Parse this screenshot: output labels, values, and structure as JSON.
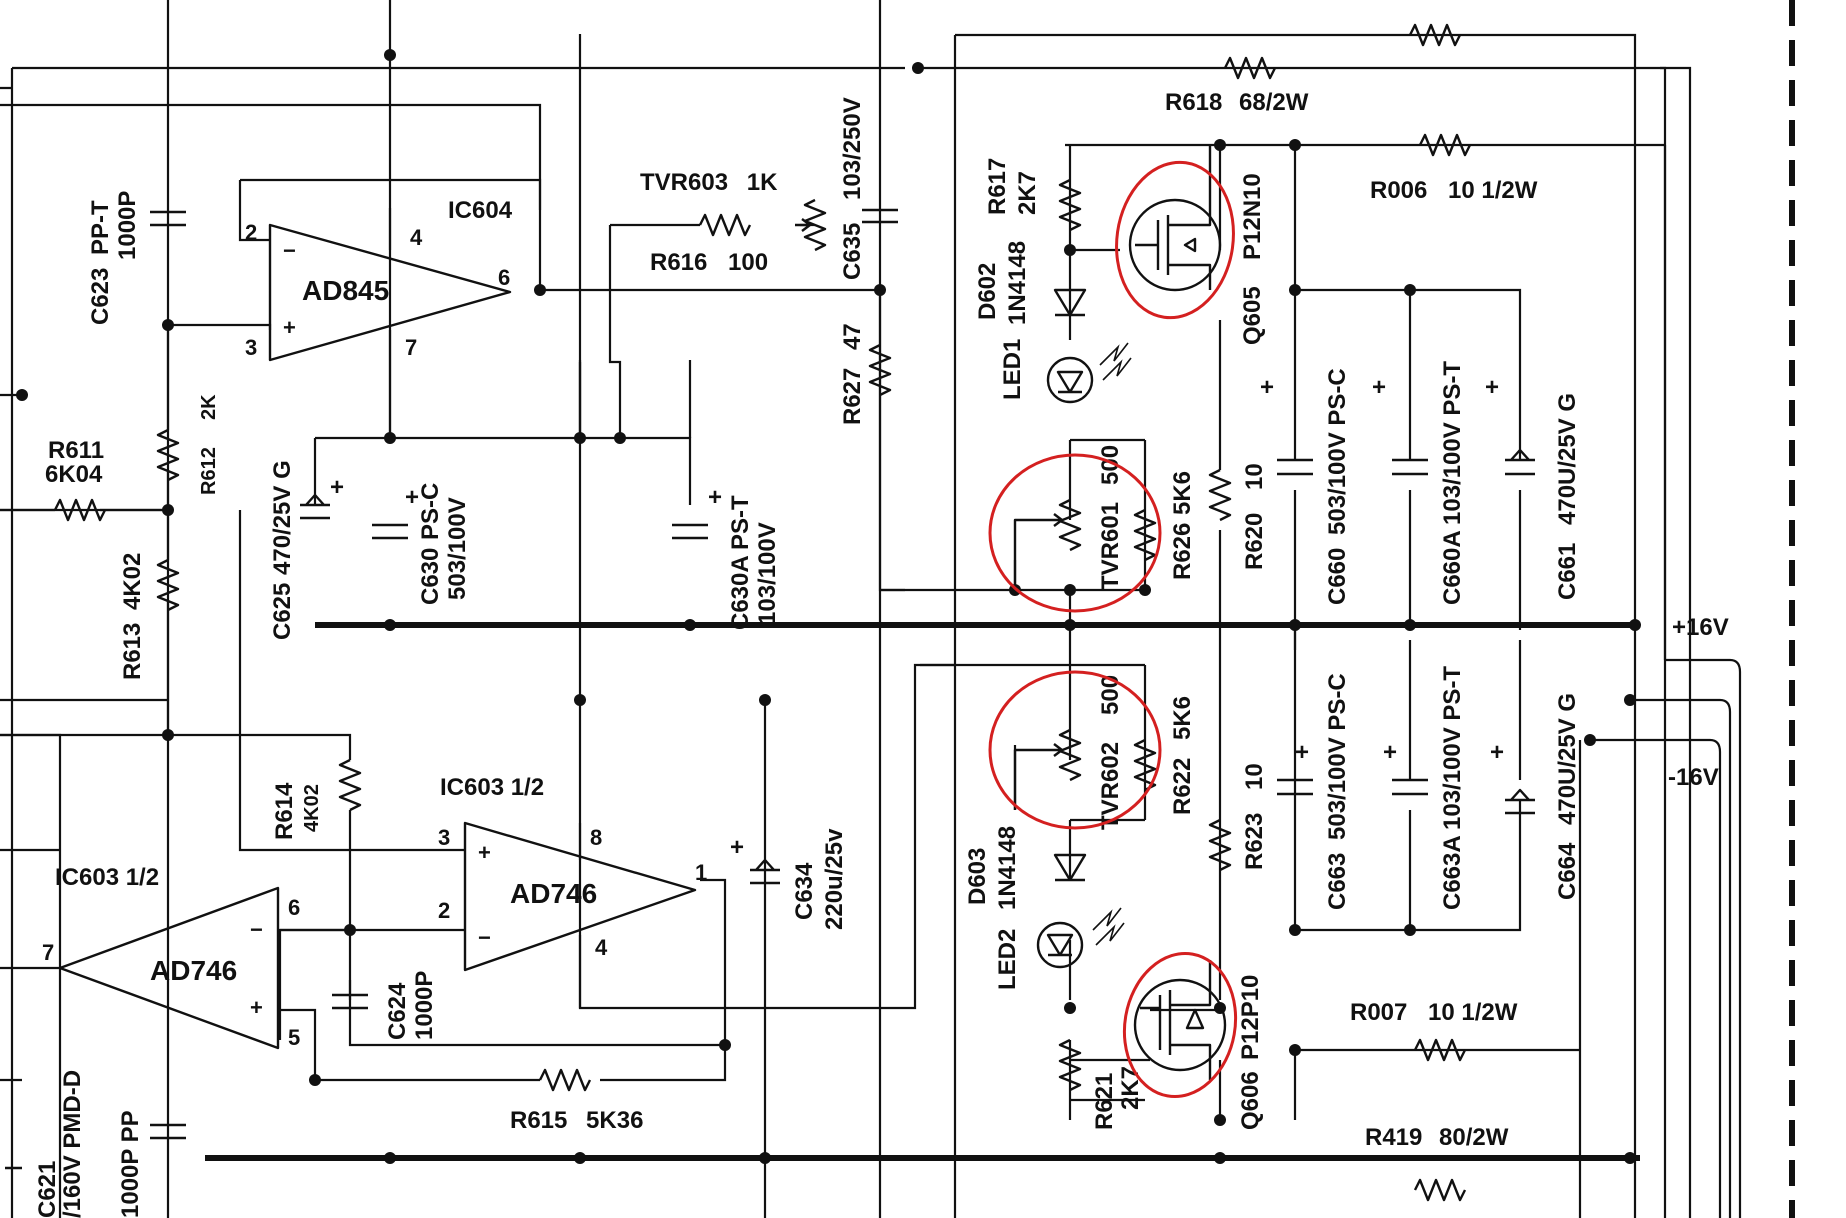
{
  "colors": {
    "ink": "#111111",
    "highlight": "#d42020",
    "paper": "#ffffff"
  },
  "amplifiers": {
    "ic604": {
      "ref": "IC604",
      "part": "AD845",
      "pins": {
        "inv": "2",
        "noninv": "3",
        "vplus": "4",
        "vminus": "7",
        "out": "6"
      }
    },
    "ic603a": {
      "ref": "IC603 1/2",
      "part": "AD746",
      "pins": {
        "noninv": "3",
        "inv": "2",
        "vplus": "8",
        "vminus": "4",
        "out": "1"
      }
    },
    "ic603b": {
      "ref": "IC603 1/2",
      "part": "AD746",
      "pins": {
        "inv": "6",
        "noninv": "5",
        "out": "7"
      }
    }
  },
  "resistors": {
    "r611": {
      "ref": "R611",
      "value": "6K04"
    },
    "r612": {
      "ref": "R612",
      "value": "2K"
    },
    "r613": {
      "ref": "R613",
      "value": "4K02"
    },
    "r614": {
      "ref": "R614",
      "value": "4K02"
    },
    "r615": {
      "ref": "R615",
      "value": "5K36"
    },
    "r616": {
      "ref": "R616",
      "value": "100"
    },
    "r617": {
      "ref": "R617",
      "value": "2K7"
    },
    "r618": {
      "ref": "R618",
      "value": "68/2W"
    },
    "r620": {
      "ref": "R620",
      "value": "10"
    },
    "r621": {
      "ref": "R621",
      "value": "2K7"
    },
    "r622": {
      "ref": "R622",
      "value": "5K6"
    },
    "r623": {
      "ref": "R623",
      "value": "10"
    },
    "r626": {
      "ref": "R626",
      "value": "5K6"
    },
    "r627": {
      "ref": "R627",
      "value": "47"
    },
    "r006": {
      "ref": "R006",
      "value": "10 1/2W"
    },
    "r007": {
      "ref": "R007",
      "value": "10 1/2W"
    },
    "r419": {
      "ref": "R419",
      "value": "80/2W"
    }
  },
  "trimmers": {
    "tvr601": {
      "ref": "TVR601",
      "value": "500"
    },
    "tvr602": {
      "ref": "TVR602",
      "value": "500"
    },
    "tvr603": {
      "ref": "TVR603",
      "value": "1K"
    }
  },
  "capacitors": {
    "c623": {
      "ref": "C623",
      "type": "PP-T",
      "value": "1000P"
    },
    "c624": {
      "ref": "C624",
      "value": "1000P"
    },
    "c625": {
      "ref": "C625",
      "value": "470/25V G"
    },
    "c630": {
      "ref": "C630",
      "type": "PS-C",
      "value": "503/100V"
    },
    "c630a": {
      "ref": "C630A",
      "type": "PS-T",
      "value": "103/100V"
    },
    "c634": {
      "ref": "C634",
      "value": "220u/25v"
    },
    "c635": {
      "ref": "C635",
      "value": "103/250V"
    },
    "c660": {
      "ref": "C660",
      "value": "503/100V PS-C"
    },
    "c660a": {
      "ref": "C660A",
      "value": "103/100V PS-T"
    },
    "c661": {
      "ref": "C661",
      "value": "470U/25V G"
    },
    "c663": {
      "ref": "C663",
      "value": "503/100V PS-C"
    },
    "c663a": {
      "ref": "C663A",
      "value": "103/100V PS-T"
    },
    "c664": {
      "ref": "C664",
      "value": "470U/25V G"
    },
    "c621": {
      "ref": "C621",
      "value": "/160V PMD-D"
    },
    "c6xx": {
      "value": "1000P PP"
    }
  },
  "semis": {
    "d602": {
      "ref": "D602",
      "value": "1N4148"
    },
    "d603": {
      "ref": "D603",
      "value": "1N4148"
    },
    "led1": {
      "ref": "LED1"
    },
    "led2": {
      "ref": "LED2"
    },
    "q605": {
      "ref": "Q605",
      "value": "P12N10"
    },
    "q606": {
      "ref": "Q606",
      "value": "P12P10"
    }
  },
  "rails": {
    "pos": "+16V",
    "neg": "-16V"
  },
  "plus_sign": "+"
}
